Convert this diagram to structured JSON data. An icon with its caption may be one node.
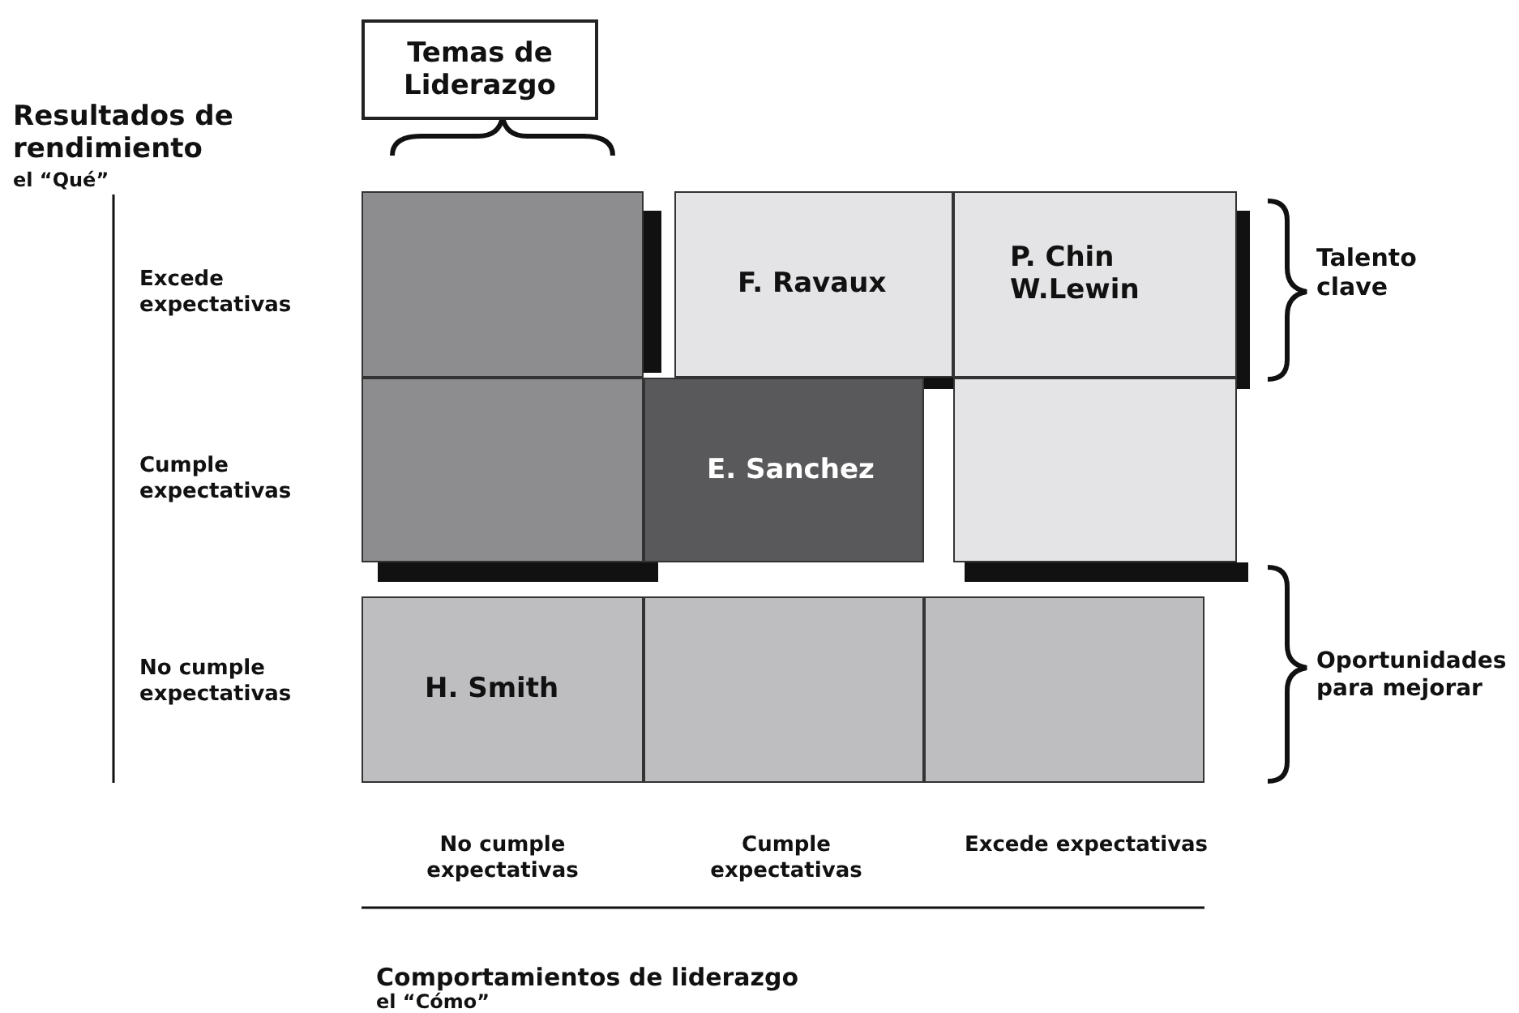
{
  "diagram": {
    "nodes": [
      {
        "text": [
          "Temas de Liderazgo"
        ]
      },
      {
        "text": [],
        "shape": "box"
      },
      {
        "text": [
          "F. Ravaux"
        ]
      },
      {
        "text": [
          "P. Chin",
          "W.Lewin"
        ]
      },
      {
        "text": [],
        "shape": "box"
      },
      {
        "text": [
          "E. Sanchez"
        ]
      },
      {
        "text": [],
        "shape": "box"
      },
      {
        "text": [
          "H. Smith"
        ]
      },
      {
        "text": [],
        "shape": "box"
      },
      {
        "text": [],
        "shape": "box"
      }
    ],
    "edges": [],
    "labels": [
      "Resultados de rendimiento",
      "el “Qué”",
      "Excede expectativas",
      "Talento clave",
      "Cumple expectativas",
      "No cumple expectativas",
      "Oportunidades para mejorar",
      "No cumple expectativas",
      "Cumple expectativas",
      "Excede expectativas",
      "Comportamientos de liderazgo",
      "el “Cómo”"
    ]
  }
}
